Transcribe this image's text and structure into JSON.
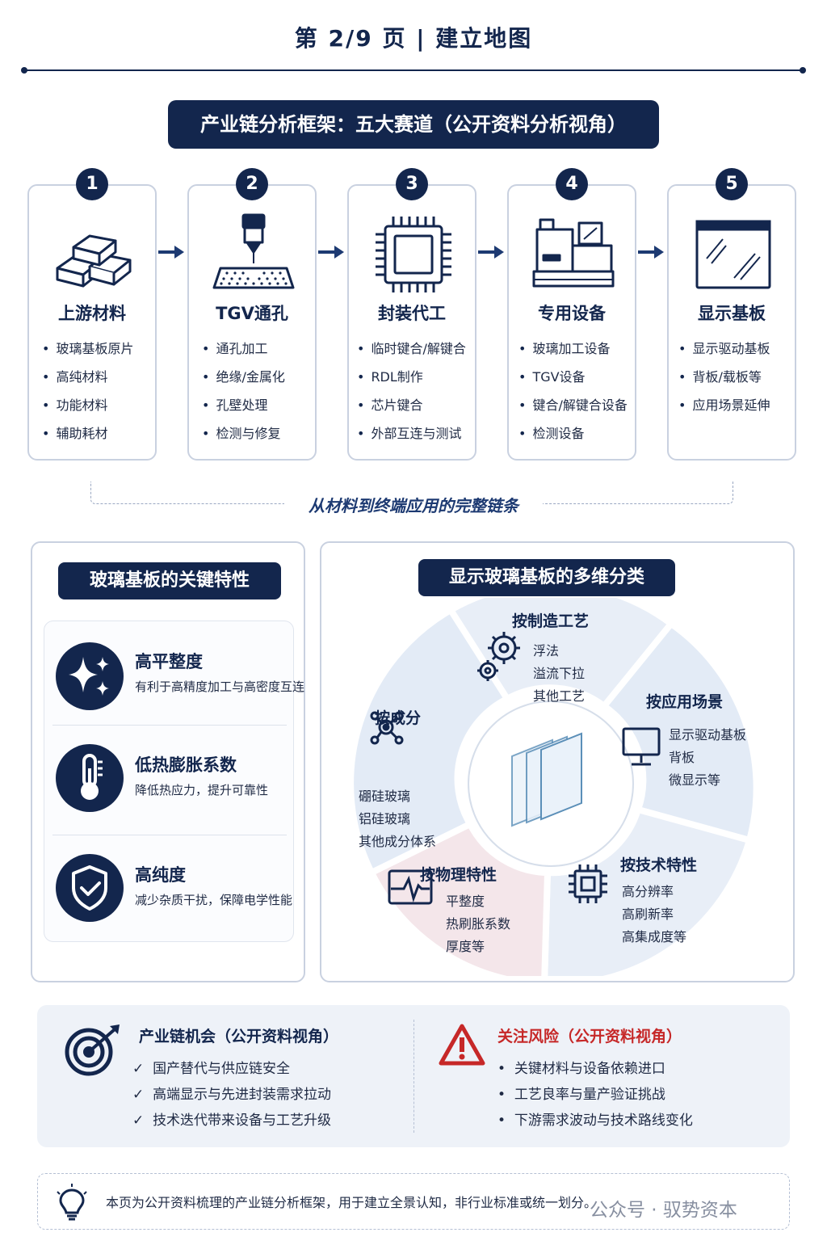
{
  "header": {
    "page_title": "第 2/9 页 | 建立地图"
  },
  "framework": {
    "banner": "产业链分析框架：五大赛道（公开资料分析视角）",
    "stages": [
      {
        "num": "1",
        "title": "上游材料",
        "items": [
          "玻璃基板原片",
          "高纯材料",
          "功能材料",
          "辅助耗材"
        ],
        "icon": "gold-bars-icon"
      },
      {
        "num": "2",
        "title": "TGV通孔",
        "items": [
          "通孔加工",
          "绝缘/金属化",
          "孔壁处理",
          "检测与修复"
        ],
        "icon": "laser-drill-icon"
      },
      {
        "num": "3",
        "title": "封装代工",
        "items": [
          "临时键合/解键合",
          "RDL制作",
          "芯片键合",
          "外部互连与测试"
        ],
        "icon": "chip-icon"
      },
      {
        "num": "4",
        "title": "专用设备",
        "items": [
          "玻璃加工设备",
          "TGV设备",
          "键合/解键合设备",
          "检测设备"
        ],
        "icon": "equipment-icon"
      },
      {
        "num": "5",
        "title": "显示基板",
        "items": [
          "显示驱动基板",
          "背板/载板等",
          "应用场景延伸"
        ],
        "icon": "display-panel-icon"
      }
    ],
    "chain_caption": "从材料到终端应用的完整链条"
  },
  "properties": {
    "badge": "玻璃基板的关键特性",
    "items": [
      {
        "title": "高平整度",
        "desc": "有利于高精度加工与高密度互连",
        "icon": "sparkle-icon"
      },
      {
        "title": "低热膨胀系数",
        "desc": "降低热应力，提升可靠性",
        "icon": "thermometer-icon"
      },
      {
        "title": "高纯度",
        "desc": "减少杂质干扰，保障电学性能",
        "icon": "shield-check-icon"
      }
    ]
  },
  "classification": {
    "badge": "显示玻璃基板的多维分类",
    "segments": {
      "process": {
        "label": "按制造工艺",
        "items": [
          "浮法",
          "溢流下拉",
          "其他工艺"
        ],
        "icon": "gears-icon"
      },
      "application": {
        "label": "按应用场景",
        "items": [
          "显示驱动基板",
          "背板",
          "微显示等"
        ],
        "icon": "monitor-icon"
      },
      "tech": {
        "label": "按技术特性",
        "items": [
          "高分辨率",
          "高刷新率",
          "高集成度等"
        ],
        "icon": "processor-icon"
      },
      "physical": {
        "label": "按物理特性",
        "items": [
          "平整度",
          "热刷胀系数",
          "厚度等"
        ],
        "icon": "waveform-icon"
      },
      "composition": {
        "label": "按成分",
        "items": [
          "硼硅玻璃",
          "铝硅玻璃",
          "其他成分体系"
        ],
        "icon": "molecule-icon"
      }
    }
  },
  "opportunity": {
    "title": "产业链机会（公开资料视角）",
    "items": [
      "国产替代与供应链安全",
      "高端显示与先进封装需求拉动",
      "技术迭代带来设备与工艺升级"
    ]
  },
  "risk": {
    "title": "关注风险（公开资料视角）",
    "items": [
      "关键材料与设备依赖进口",
      "工艺良率与量产验证挑战",
      "下游需求波动与技术路线变化"
    ]
  },
  "footer": {
    "note": "本页为公开资料梳理的产业链分析框架，用于建立全景认知，非行业标准或统一划分。",
    "watermark": "公众号 · 驭势资本"
  },
  "colors": {
    "navy": "#13264d",
    "risk_red": "#c62828",
    "panel_bg": "#eef2f8"
  }
}
